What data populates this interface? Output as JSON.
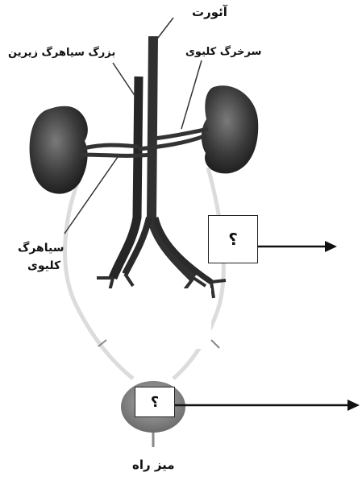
{
  "labels": {
    "aorta": "آئورت",
    "inferior_vena_cava": "بزرگ سیاهرگ زیرین",
    "renal_artery": "سرخرگ کلیوی",
    "renal_vein_line1": "سیاهرگ",
    "renal_vein_line2": "کلیوی",
    "urethra": "میز راه"
  },
  "question_boxes": {
    "upper": "؟",
    "lower": "؟"
  },
  "colors": {
    "kidney": "#3d3d3d",
    "vessel": "#2b2b2b",
    "ureter": "#d4d4d4",
    "bladder": "#8a8a8a",
    "leader_line": "#333333"
  }
}
